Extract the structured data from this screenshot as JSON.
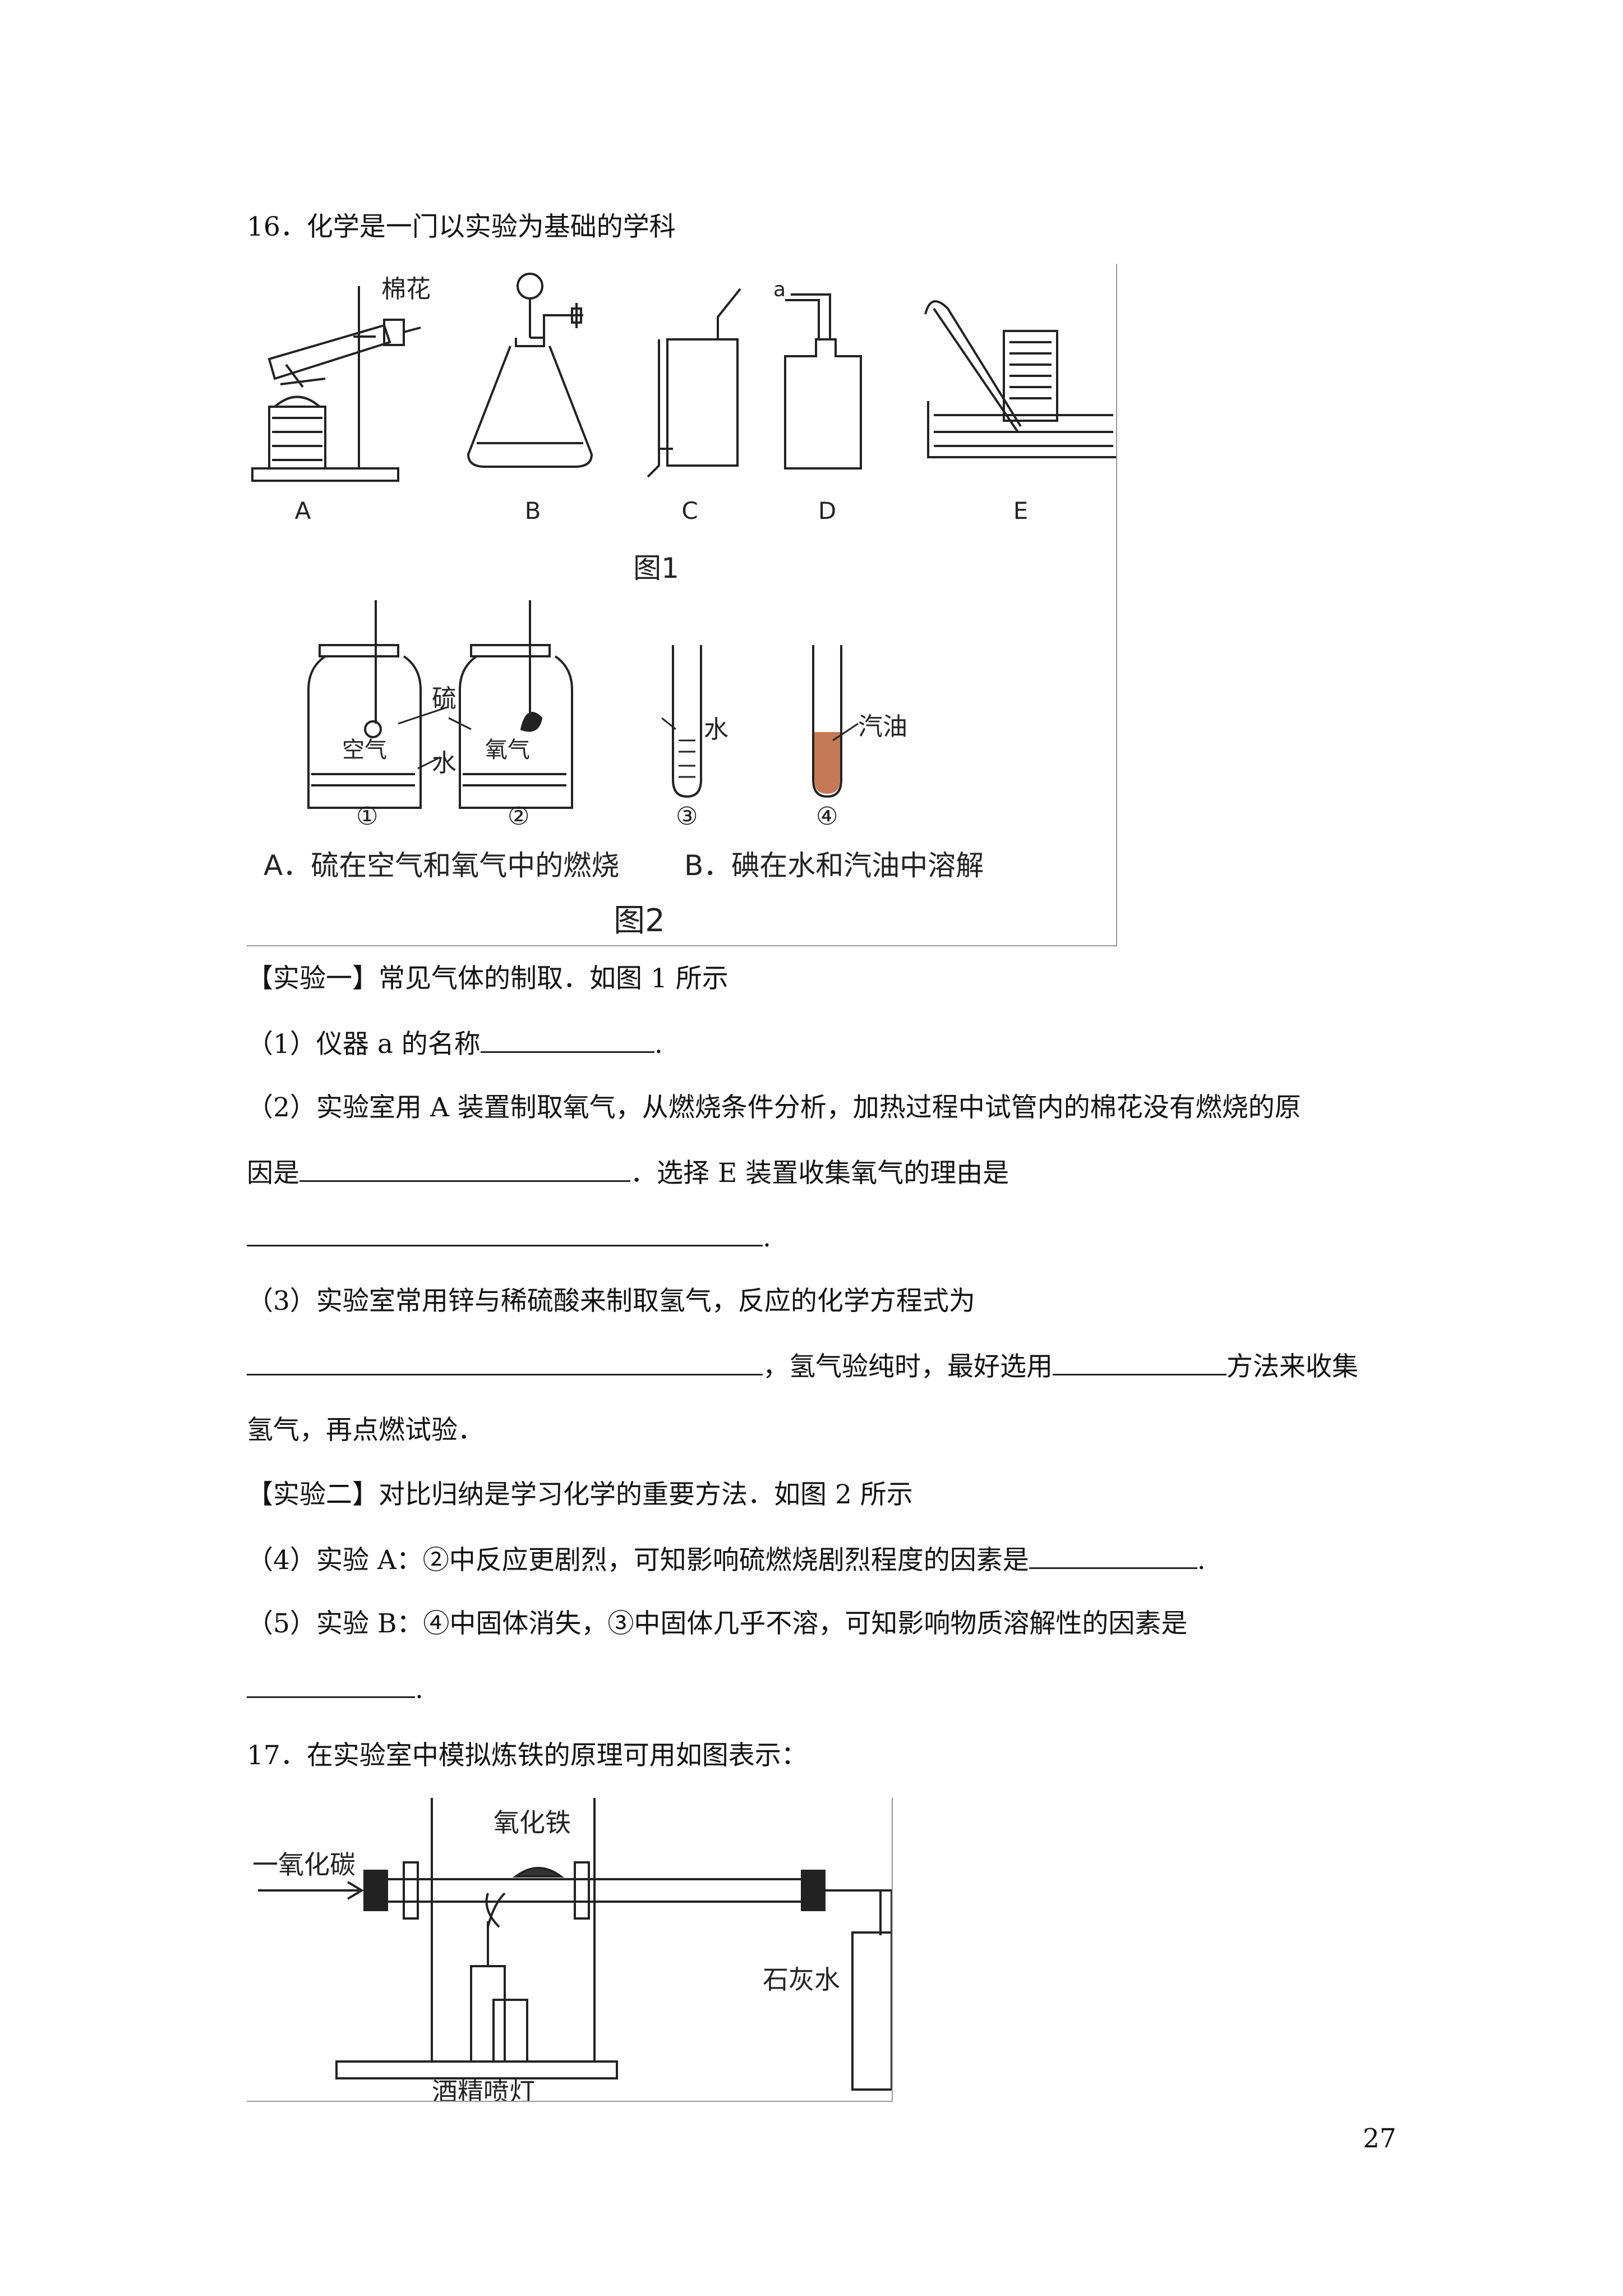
{
  "q16": {
    "title": "16．化学是一门以实验为基础的学科",
    "fig1": {
      "caption": "图1",
      "labels": [
        "A",
        "B",
        "C",
        "D",
        "E"
      ],
      "cotton": "棉花",
      "instrument_a": "a"
    },
    "fig2": {
      "caption": "图2",
      "sulfur": "硫",
      "air": "空气",
      "oxygen": "氧气",
      "water": "水",
      "water2": "水",
      "gasoline": "汽油",
      "nums": [
        "①",
        "②",
        "③",
        "④"
      ],
      "captionA": "A．硫在空气和氧气中的燃烧",
      "captionB": "B．碘在水和汽油中溶解"
    },
    "exp1": "【实验一】常见气体的制取．如图 1 所示",
    "p1": "（1）仪器 a 的名称",
    "p1end": ".",
    "p2a": "（2）实验室用 A 装置制取氧气，从燃烧条件分析，加热过程中试管内的棉花没有燃烧的原",
    "p2b": "因是",
    "p2c": "．选择 E 装置收集氧气的理由是",
    "p2end": ".",
    "p3a": "（3）实验室常用锌与稀硫酸来制取氢气，反应的化学方程式为",
    "p3b": "，氢气验纯时，最好选用",
    "p3c": "方法来收集",
    "p3d": "氢气，再点燃试验．",
    "exp2": "【实验二】对比归纳是学习化学的重要方法．如图 2 所示",
    "p4": "（4）实验 A：②中反应更剧烈，可知影响硫燃烧剧烈程度的因素是",
    "p4end": ".",
    "p5": "（5）实验 B：④中固体消失，③中固体几乎不溶，可知影响物质溶解性的因素是",
    "p5end": "."
  },
  "q17": {
    "title": "17．在实验室中模拟炼铁的原理可用如图表示：",
    "co": "一氧化碳",
    "fe2o3": "氧化铁",
    "limewater": "石灰水",
    "lamp": "酒精喷灯"
  },
  "page_number": "27"
}
